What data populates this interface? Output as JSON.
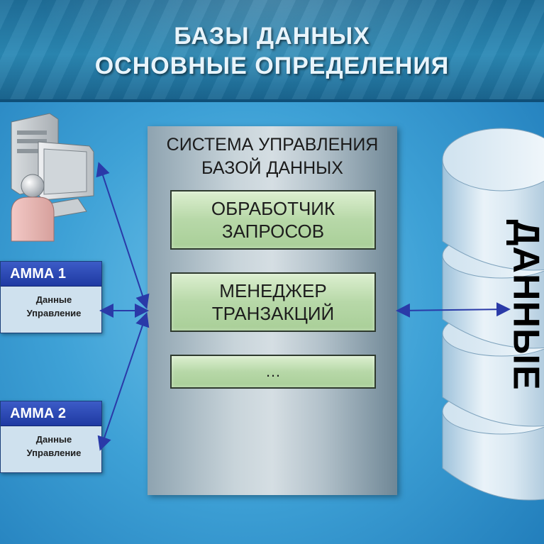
{
  "header": {
    "title_line1": "БАЗЫ ДАННЫХ",
    "title_line2": "ОСНОВНЫЕ ОПРЕДЕЛЕНИЯ"
  },
  "dbms": {
    "title_line1": "СИСТЕМА УПРАВЛЕНИЯ",
    "title_line2": "БАЗОЙ ДАННЫХ",
    "modules": [
      {
        "line1": "ОБРАБОТЧИК",
        "line2": "ЗАПРОСОВ"
      },
      {
        "line1": "МЕНЕДЖЕР",
        "line2": "ТРАНЗАКЦИЙ"
      },
      {
        "line1": "…",
        "line2": ""
      }
    ]
  },
  "programs": [
    {
      "title": "АММА 1",
      "line1": "Данные",
      "line2": "Управление"
    },
    {
      "title": "АММА 2",
      "line1": "Данные",
      "line2": "Управление"
    }
  ],
  "storage": {
    "label": "ДАННЫЕ"
  },
  "icons": {
    "user": "computer-user-icon",
    "database": "database-cylinder-icon"
  },
  "colors": {
    "program_header": "#2a47b3",
    "module_fill": "#b7d8a8",
    "arrow": "#2a3aa8"
  }
}
